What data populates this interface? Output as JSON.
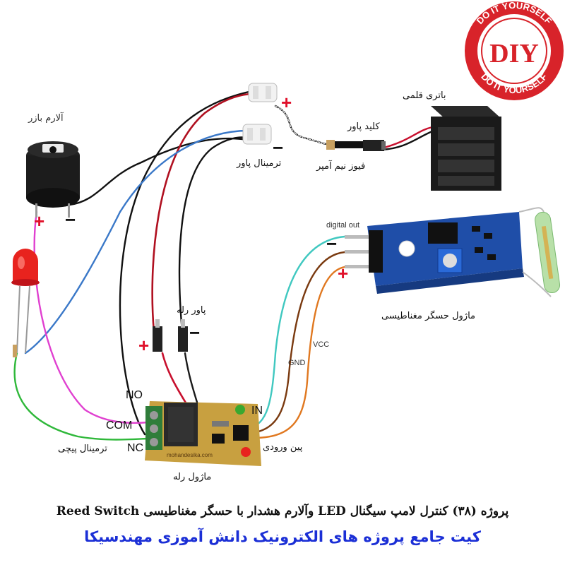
{
  "badge": {
    "text": "DIY",
    "ring_top": "DO IT YOURSELF",
    "ring_bottom": "DO IT YOURSELF"
  },
  "components": {
    "buzzer": "آلارم بازر",
    "battery": "باتری قلمی",
    "power_key": "کلید پاور",
    "fuse": "فیوز نیم آمپر",
    "power_terminal": "ترمینال پاور",
    "magnetic_sensor": "ماژول حسگر مغناطیسی",
    "relay_power": "پاور رله",
    "relay_module": "ماژول رله",
    "screw_terminal": "ترمینال پیچی",
    "input_pin": "پین ورودی"
  },
  "pins": {
    "digital_out": "digital out",
    "gnd": "GND",
    "vcc": "VCC",
    "no": "NO",
    "com": "COM",
    "nc": "NC",
    "in": "IN"
  },
  "pcb_text": "mohandesika.com",
  "polarity": {
    "plus": "+",
    "minus": "−"
  },
  "footer": {
    "title": "پروژه (۳۸) کنترل لامپ سیگنال LED وآلارم هشدار با حسگر مغناطیسی Reed Switch",
    "subtitle": "کیت جامع پروژه های الکترونیک دانش آموزی مهندسیکا"
  },
  "colors": {
    "plus_red": "#e0102a",
    "title_blue": "#1b2fd6",
    "badge_red": "#d8232a",
    "pcb_blue": "#1f4ea8",
    "relay_green": "#2f7d3a",
    "wire_red": "#c8102e",
    "wire_black": "#111111",
    "wire_blue": "#3a78c8",
    "wire_magenta": "#e040d0",
    "wire_green": "#2fb83a",
    "wire_cyan": "#40c8c0",
    "wire_brown": "#7a3a10",
    "wire_orange": "#e07820"
  }
}
